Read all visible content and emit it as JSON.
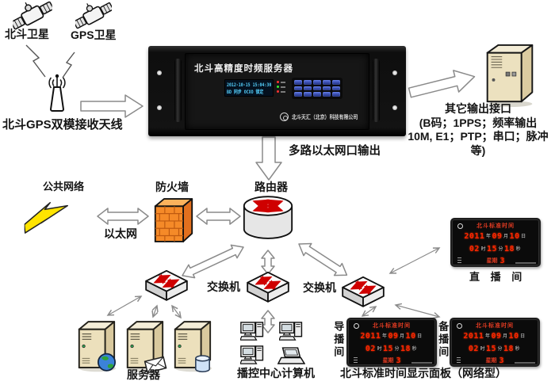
{
  "satellites": {
    "beidou_label": "北斗卫星",
    "gps_label": "GPS卫星"
  },
  "antenna": {
    "label": "北斗GPS双模接收天线"
  },
  "server": {
    "title": "北斗高精度时频服务器",
    "lcd_line1": "2012-10-15 15:04:30",
    "lcd_line2": "BD 同步  OCXO 锁定",
    "company": "北斗天汇（北京）科技有限公司"
  },
  "output": {
    "arrow_label": "多路以太网口输出",
    "title": "其它输出接口",
    "lines": [
      "(B码；1PPS；频率输出",
      "10M, E1；PTP；串口；脉冲",
      "等)"
    ]
  },
  "network": {
    "public_network": "公共网络",
    "ethernet": "以太网",
    "firewall": "防火墙",
    "router": "路由器",
    "switch_left": "交换机",
    "switch_center": "交换机",
    "servers_label": "服务器",
    "computers_label": "播控中心计算机"
  },
  "clock": {
    "header": "北斗标准时间",
    "year": "2011",
    "year_unit": "年",
    "month": "09",
    "month_unit": "月",
    "day": "10",
    "day_unit": "日",
    "hour": "02",
    "hour_unit": "时",
    "minute": "15",
    "minute_unit": "分",
    "second": "18",
    "second_unit": "秒",
    "week_label": "星期",
    "week_value": "3"
  },
  "rooms": {
    "live": "直 播 间",
    "director": "导播间",
    "backup": "备播间",
    "caption": "北斗标准时间显示面板（网络型）"
  },
  "colors": {
    "led_red": "#ff2400",
    "arrow_red": "#cf0000",
    "firewall_orange": "#f58a28",
    "lightning_yellow": "#ffe400",
    "lcd_blue": "#55d2ff"
  }
}
